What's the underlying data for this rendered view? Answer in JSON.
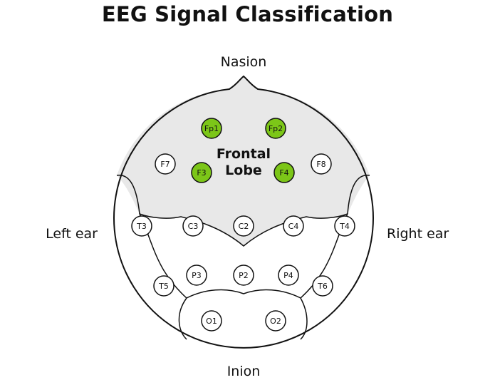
{
  "title": "EEG Signal Classification",
  "landmarks": {
    "nasion": "Nasion",
    "inion": "Inion",
    "left_ear": "Left ear",
    "right_ear": "Right ear"
  },
  "region": {
    "label_line1": "Frontal",
    "label_line2": "Lobe"
  },
  "colors": {
    "highlight": "#7cc618",
    "frontal_fill": "#e8e8e8",
    "outline": "#111111"
  },
  "electrodes": [
    {
      "id": "fp1",
      "label": "Fp1",
      "highlighted": true
    },
    {
      "id": "fp2",
      "label": "Fp2",
      "highlighted": true
    },
    {
      "id": "f7",
      "label": "F7",
      "highlighted": false
    },
    {
      "id": "f3",
      "label": "F3",
      "highlighted": true
    },
    {
      "id": "f4",
      "label": "F4",
      "highlighted": true
    },
    {
      "id": "f8",
      "label": "F8",
      "highlighted": false
    },
    {
      "id": "t3",
      "label": "T3",
      "highlighted": false
    },
    {
      "id": "c3",
      "label": "C3",
      "highlighted": false
    },
    {
      "id": "c2",
      "label": "C2",
      "highlighted": false
    },
    {
      "id": "c4",
      "label": "C4",
      "highlighted": false
    },
    {
      "id": "t4",
      "label": "T4",
      "highlighted": false
    },
    {
      "id": "t5",
      "label": "T5",
      "highlighted": false
    },
    {
      "id": "p3",
      "label": "P3",
      "highlighted": false
    },
    {
      "id": "p2",
      "label": "P2",
      "highlighted": false
    },
    {
      "id": "p4",
      "label": "P4",
      "highlighted": false
    },
    {
      "id": "t6",
      "label": "T6",
      "highlighted": false
    },
    {
      "id": "o1",
      "label": "O1",
      "highlighted": false
    },
    {
      "id": "o2",
      "label": "O2",
      "highlighted": false
    }
  ]
}
